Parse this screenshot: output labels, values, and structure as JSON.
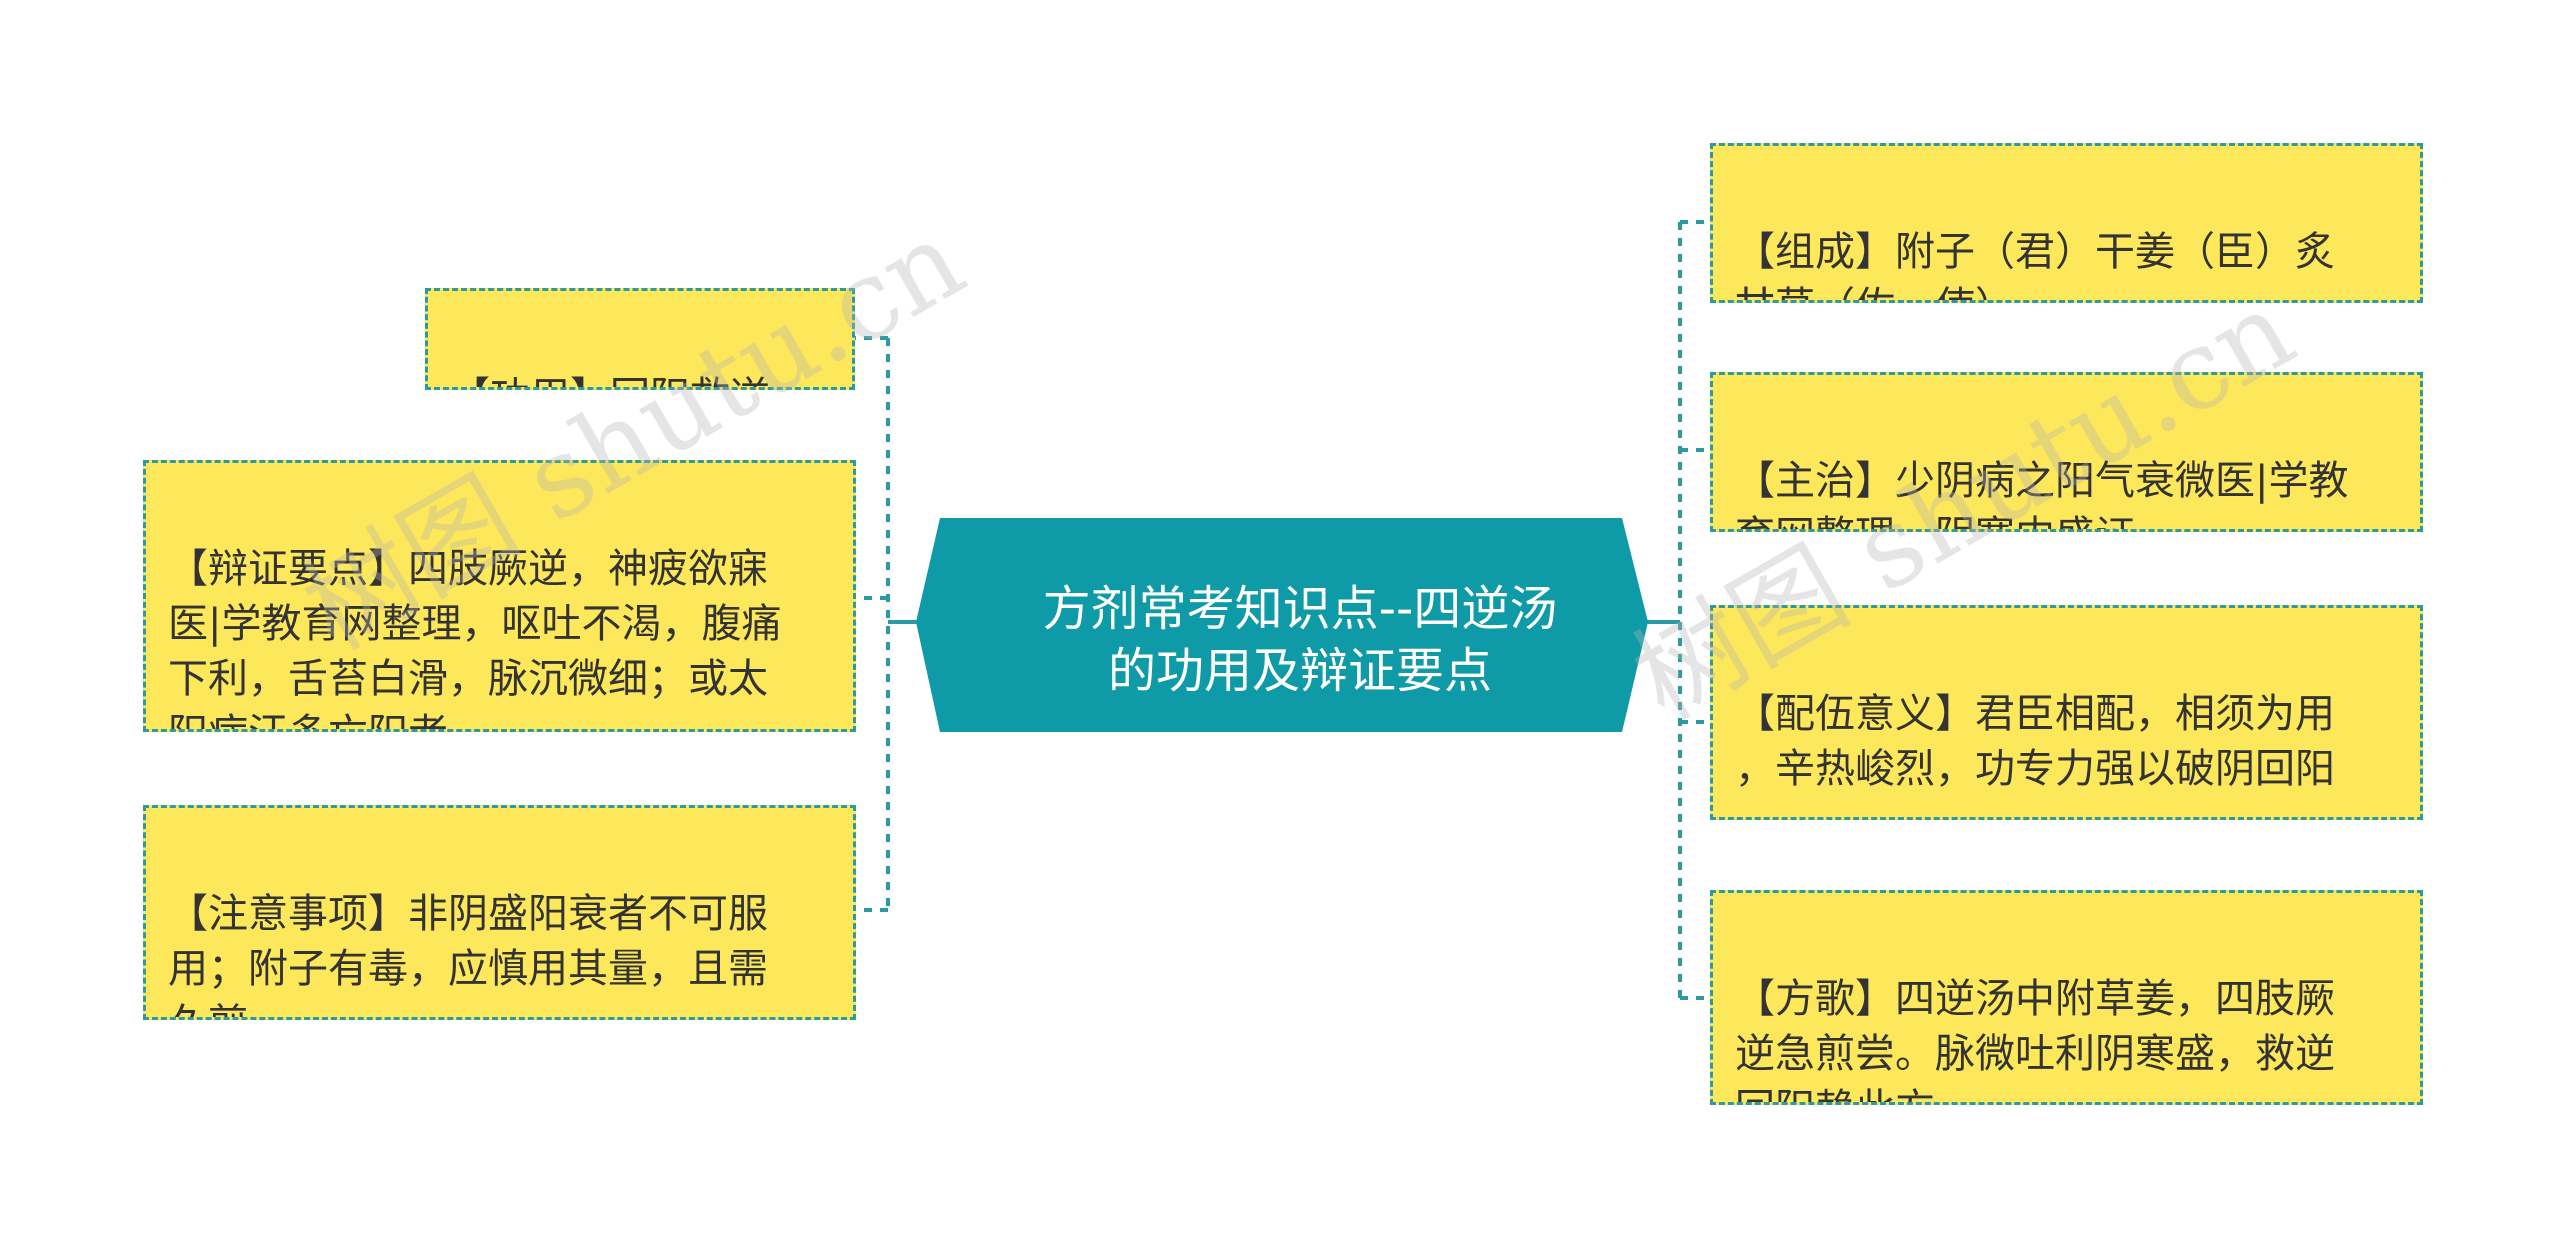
{
  "central": {
    "title": "方剂常考知识点--四逆汤\n的功用及辩证要点"
  },
  "left_nodes": [
    {
      "text": "【功用】回阳救逆。"
    },
    {
      "text": "【辩证要点】四肢厥逆，神疲欲寐\n医|学教育网整理，呕吐不渴，腹痛\n下利，舌苔白滑，脉沉微细；或太\n阳病汗多亡阳者。"
    },
    {
      "text": "【注意事项】非阴盛阳衰者不可服\n用；附子有毒，应慎用其量，且需\n久煎。"
    }
  ],
  "right_nodes": [
    {
      "text": "【组成】附子（君）干姜（臣）炙\n甘草（佐、使）"
    },
    {
      "text": "【主治】少阴病之阳气衰微医|学教\n育网整理，阴寒内盛证。"
    },
    {
      "text": "【配伍意义】君臣相配，相须为用\n，辛热峻烈，功专力强以破阴回阳\n。"
    },
    {
      "text": "【方歌】四逆汤中附草姜，四肢厥\n逆急煎尝。脉微吐利阴寒盛，救逆\n回阳赖此方。"
    }
  ],
  "watermarks": [
    {
      "text": "树图 shutu.cn"
    },
    {
      "text": "树图 shutu.cn"
    }
  ],
  "colors": {
    "central_fill": "#0e9aa7",
    "node_fill": "#fde75a",
    "node_border": "#2a9aa3",
    "connector": "#2a9aa3",
    "node_text": "#333333",
    "central_text": "#ffffff"
  }
}
